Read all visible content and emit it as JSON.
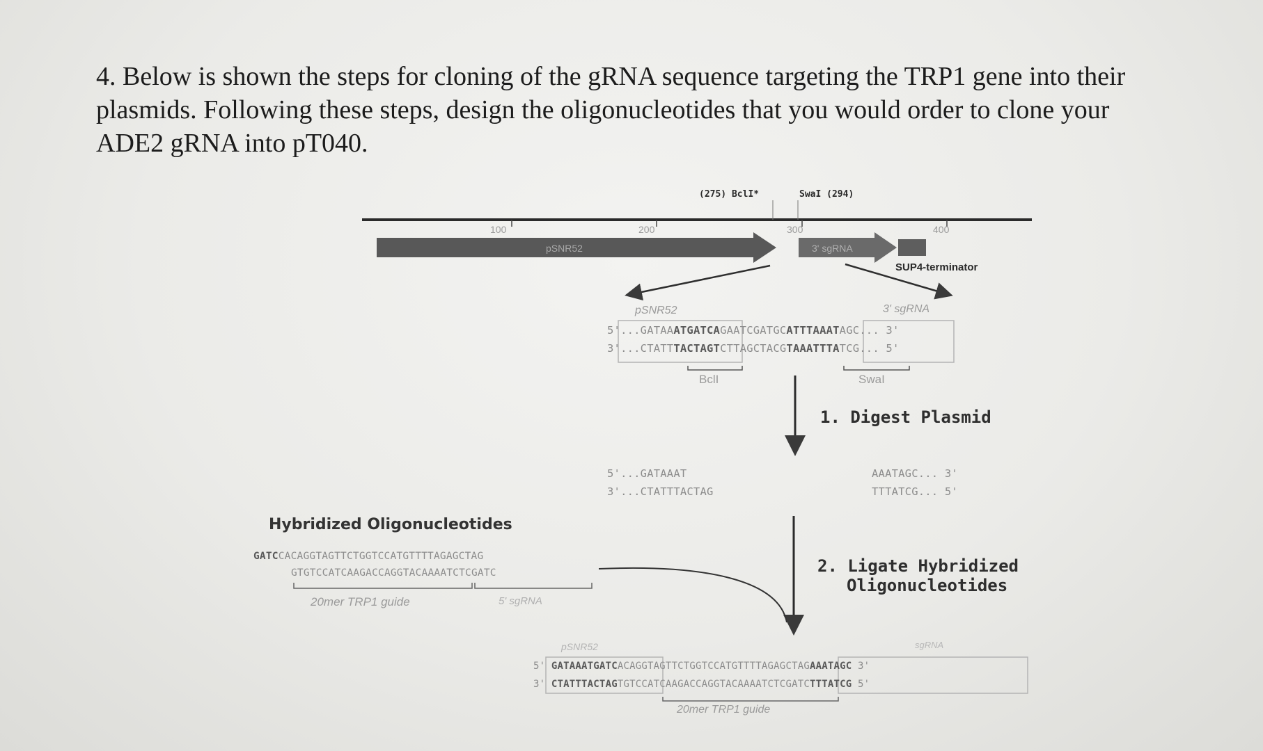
{
  "question": {
    "line1": "4. Below is shown the steps for cloning of the gRNA sequence targeting the TRP1 gene into their",
    "line2": "plasmids. Following these steps, design the oligonucleotides that you would order to clone your",
    "line3": "ADE2 gRNA into pT040."
  },
  "map": {
    "bcli_label": "(275) BclI*",
    "swai_label": "SwaI (294)",
    "tick_100": "100",
    "tick_200": "200",
    "tick_300": "300",
    "tick_400": "400",
    "promoter": "pSNR52",
    "sgrna": "3' sgRNA",
    "terminator": "SUP4-terminator"
  },
  "site": {
    "psnr52": "pSNR52",
    "sgrna3": "3' sgRNA",
    "top_5": "5'",
    "top_seq_pre": "...GATAA",
    "top_seq_bcli": "ATGATCA",
    "top_seq_mid": "GAATCGATGC",
    "top_seq_swai": "ATTTAAAT",
    "top_seq_post": "AGC...",
    "top_3": "3'",
    "bot_3": "3'",
    "bot_seq_pre": "...CTATT",
    "bot_seq_bcli": "TACTAGT",
    "bot_seq_mid": "CTTAGCTACG",
    "bot_seq_swai": "TAAATTTA",
    "bot_seq_post": "TCG...",
    "bot_5": "5'",
    "bcli": "BclI",
    "swai": "SwaI"
  },
  "step1": "1. Digest Plasmid",
  "digest": {
    "left_top": "5'...GATAAAT",
    "left_bot": "3'...CTATTTACTAG",
    "right_top": "AAATAGC... 3'",
    "right_bot": "TTTATCG... 5'"
  },
  "oligos": {
    "heading": "Hybridized Oligonucleotides",
    "top_bold": "GATC",
    "top_rest": "CACAGGTAGTTCTGGTCCATGTTTTAGAGCTAG",
    "bottom": "GTGTCCATCAAGACCAGGTACAAAATCTCGATC",
    "guide_label": "20mer TRP1 guide",
    "sgrna_label": "5' sgRNA"
  },
  "step2_line1": "2. Ligate Hybridized",
  "step2_line2": "Oligonucleotides",
  "final": {
    "psnr52": "pSNR52",
    "sgrna": "sgRNA",
    "top_5": "5'",
    "top_bold1": "GATAAATGATC",
    "top_mid": "ACAGGTAGTTCTGGTCCAT",
    "top_grey2": "GTTTTAGAGCTAG",
    "top_bold2": "AAATAGC",
    "top_3": "3'",
    "bot_3": "3'",
    "bot_bold1": "CTATTTACTAG",
    "bot_mid": "TGTCCATCAAGACCAGGTA",
    "bot_grey2": "CAAAATCTCGATC",
    "bot_bold2": "TTTATCG",
    "bot_5": "5'",
    "guide_label": "20mer TRP1 guide"
  }
}
